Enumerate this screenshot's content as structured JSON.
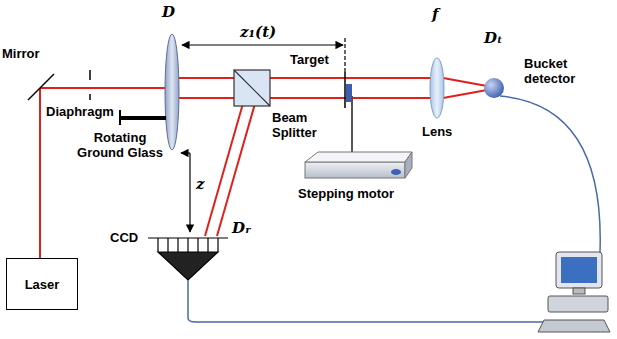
{
  "diagram": {
    "nodes": [
      {
        "text": [
          "Laser"
        ]
      }
    ],
    "labels": [
      "D",
      "Mirror",
      "z₁(t)",
      "Target",
      "f",
      "Dₜ",
      "Diaphragm",
      "Beam Splitter",
      "Lens",
      "Bucket detector",
      "Rotating Ground Glass",
      "Stepping motor",
      "z",
      "CCD",
      "Dᵣ"
    ]
  }
}
